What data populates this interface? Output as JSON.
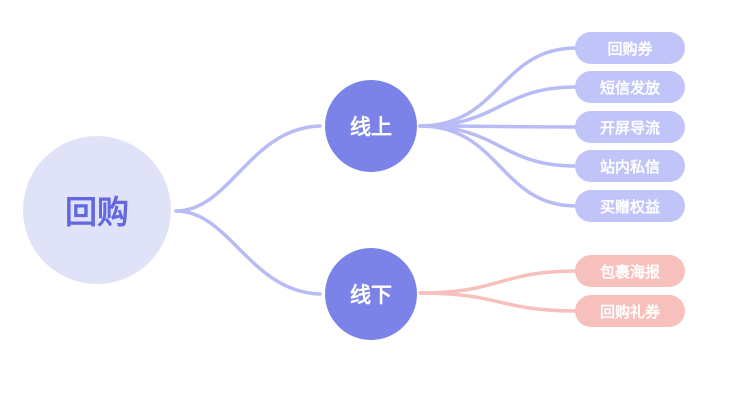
{
  "root": {
    "label": "回购"
  },
  "branches": [
    {
      "label": "线上",
      "color": "#7b83e8",
      "leaves": [
        "回购券",
        "短信发放",
        "开屏导流",
        "站内私信",
        "买赠权益"
      ],
      "leaf_color": "#c0c4f8"
    },
    {
      "label": "线下",
      "color": "#7b83e8",
      "leaves": [
        "包裹海报",
        "回购礼券"
      ],
      "leaf_color": "#f8c0bc"
    }
  ]
}
